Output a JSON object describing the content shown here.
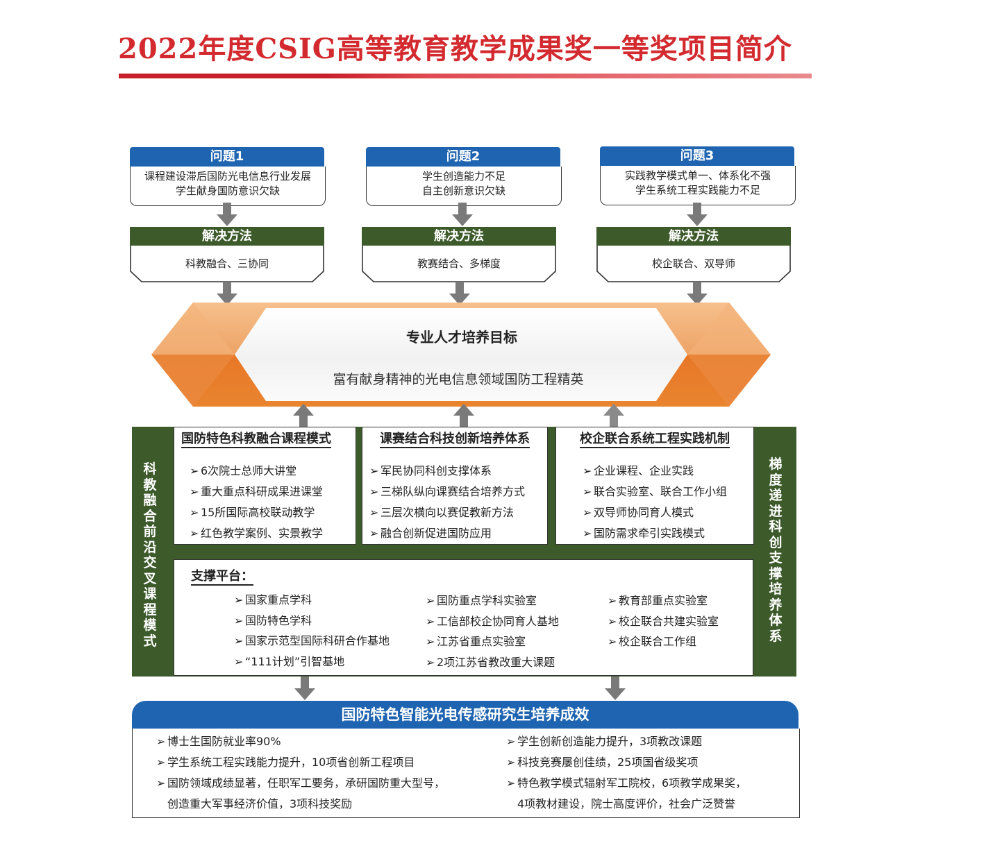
{
  "title": "2022年度CSIG高等教育教学成果奖一等奖项目简介",
  "problems": [
    {
      "label": "问题1",
      "lines": [
        "课程建设滞后国防光电信息行业发展",
        "学生献身国防意识欠缺"
      ]
    },
    {
      "label": "问题2",
      "lines": [
        "学生创造能力不足",
        "自主创新意识欠缺"
      ]
    },
    {
      "label": "问题3",
      "lines": [
        "实践教学模式单一、体系化不强",
        "学生系统工程实践能力不足"
      ]
    }
  ],
  "solutions": [
    {
      "label": "解决方法",
      "text": "科教融合、三协同"
    },
    {
      "label": "解决方法",
      "text": "教赛结合、多梯度"
    },
    {
      "label": "解决方法",
      "text": "校企联合、双导师"
    }
  ],
  "goal": {
    "title": "专业人才培养目标",
    "subtitle": "富有献身精神的光电信息领域国防工程精英"
  },
  "side_labels": {
    "left": "科教融合前沿交叉课程模式",
    "right": "梯度递进科创支撑培养体系"
  },
  "columns": [
    {
      "title": "国防特色科教融合课程模式",
      "items": [
        "6次院士总师大讲堂",
        "重大重点科研成果进课堂",
        "15所国际高校联动教学",
        "红色教学案例、实景教学"
      ]
    },
    {
      "title": "课赛结合科技创新培养体系",
      "items": [
        "军民协同科创支撑体系",
        "三梯队纵向课赛结合培养方式",
        "三层次横向以赛促教新方法",
        "融合创新促进国防应用"
      ]
    },
    {
      "title": "校企联合系统工程实践机制",
      "items": [
        "企业课程、企业实践",
        "联合实验室、联合工作小组",
        "双导师协同育人模式",
        "国防需求牵引实践模式"
      ]
    }
  ],
  "support": {
    "title": "支撑平台：",
    "groups": [
      [
        "国家重点学科",
        "国防特色学科",
        "国家示范型国际科研合作基地",
        "“111计划”引智基地"
      ],
      [
        "国防重点学科实验室",
        "工信部校企协同育人基地",
        "江苏省重点实验室",
        "2项江苏省教改重大课题"
      ],
      [
        "教育部重点实验室",
        "校企联合共建实验室",
        "校企联合工作组"
      ]
    ]
  },
  "results": {
    "title": "国防特色智能光电传感研究生培养成效",
    "left": [
      {
        "bullet": true,
        "text": "博士生国防就业率90%"
      },
      {
        "bullet": true,
        "text": "学生系统工程实践能力提升，10项省创新工程项目"
      },
      {
        "bullet": true,
        "text": "国防领域成绩显著，任职军工要务，承研国防重大型号，"
      },
      {
        "bullet": false,
        "text": "创造重大军事经济价值，3项科技奖励"
      }
    ],
    "right": [
      {
        "bullet": true,
        "text": "学生创新创造能力提升，3项教改课题"
      },
      {
        "bullet": true,
        "text": "科技竞赛屡创佳绩，25项国省级奖项"
      },
      {
        "bullet": true,
        "text": "特色教学模式辐射军工院校，6项教学成果奖，"
      },
      {
        "bullet": false,
        "text": "4项教材建设，院士高度评价，社会广泛赞誉"
      }
    ]
  },
  "bullet_glyph": "➢",
  "colors": {
    "title_red": "#d32a2f",
    "blue": "#1f64b0",
    "green": "#3d5a2b",
    "orange": "#e8823a",
    "gray_arrow": "#777777"
  }
}
